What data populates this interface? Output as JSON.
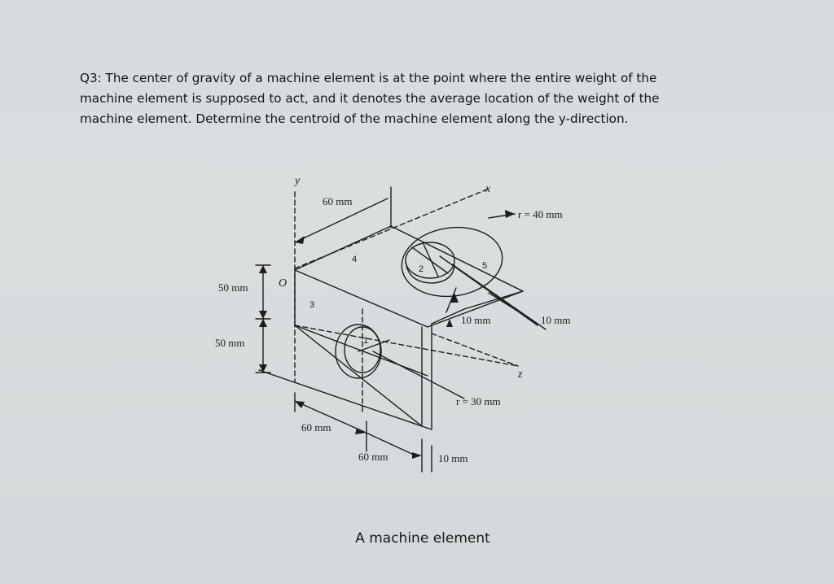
{
  "question": {
    "lines": [
      "Q3: The center of gravity of a machine element is at the point where the entire weight of the",
      "machine element is supposed to act, and it denotes the average location of the weight of the",
      "machine element. Determine the centroid of the machine element along the y-direction."
    ]
  },
  "diagram": {
    "axes": {
      "x": "x",
      "y": "y",
      "z": "z",
      "origin": "O"
    },
    "dimensions": {
      "top_depth": "60 mm",
      "r_top": "r = 40 mm",
      "upper_height": "50 mm",
      "lower_height": "50 mm",
      "thickness_mid": "10 mm",
      "thickness_right": "10 mm",
      "r_hole": "r = 30 mm",
      "bottom_60a": "60 mm",
      "bottom_60b": "60 mm",
      "bottom_10": "10 mm"
    },
    "part_labels": [
      "1",
      "2",
      "3",
      "4",
      "5"
    ]
  },
  "caption": "A machine element"
}
